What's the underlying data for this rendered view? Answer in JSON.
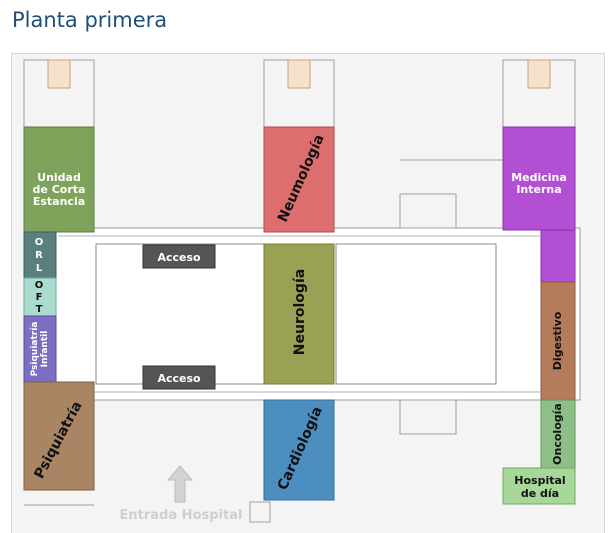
{
  "page": {
    "title": "Planta primera"
  },
  "map": {
    "zones": [
      {
        "id": "ucl",
        "label_lines": [
          "Unidad",
          "de Corta",
          "Estancia"
        ],
        "color": "#7fa35a"
      },
      {
        "id": "orl",
        "label_lines": [
          "O",
          "R",
          "L"
        ],
        "color": "#5a7f7f"
      },
      {
        "id": "oft",
        "label_lines": [
          "O",
          "F",
          "T"
        ],
        "color": "#a9dccf"
      },
      {
        "id": "psiq-inf",
        "label_lines": [
          "Psiquiatría",
          "Infantil"
        ],
        "color": "#7b6fc4"
      },
      {
        "id": "psiq",
        "label_lines": [
          "Psiquiatría"
        ],
        "color": "#a98564"
      },
      {
        "id": "neumo",
        "label_lines": [
          "Neumología"
        ],
        "color": "#dd6e6e"
      },
      {
        "id": "neuro",
        "label_lines": [
          "Neurología"
        ],
        "color": "#9aa154"
      },
      {
        "id": "cardio",
        "label_lines": [
          "Cardiología"
        ],
        "color": "#4d8ec0"
      },
      {
        "id": "medint",
        "label_lines": [
          "Medicina",
          "Interna"
        ],
        "color": "#b34fd3"
      },
      {
        "id": "digest",
        "label_lines": [
          "Digestivo"
        ],
        "color": "#b47c5a"
      },
      {
        "id": "onco",
        "label_lines": [
          "Oncología"
        ],
        "color": "#8fbf88"
      },
      {
        "id": "hdia",
        "label_lines": [
          "Hospital",
          "de día"
        ],
        "color": "#a7d89a"
      }
    ],
    "acceso_label": "Acceso",
    "entrada_label": "Entrada Hospital"
  }
}
